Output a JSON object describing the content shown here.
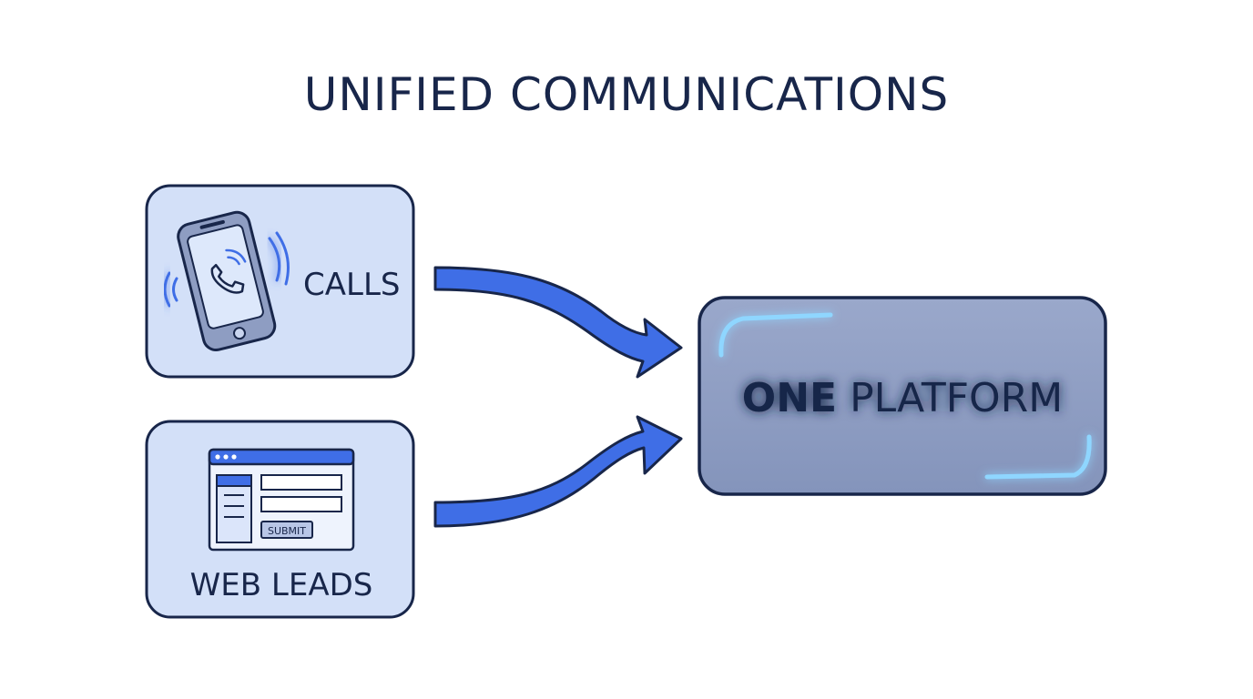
{
  "title": "UNIFIED COMMUNICATIONS",
  "sources": [
    {
      "label": "CALLS",
      "icon": "smartphone-call-icon"
    },
    {
      "label": "WEB LEADS",
      "icon": "web-form-icon",
      "form_button": "SUBMIT"
    }
  ],
  "target": {
    "label_bold": "ONE",
    "label_rest": "PLATFORM"
  },
  "colors": {
    "ink": "#18264a",
    "card_fill": "#d3e0f8",
    "arrow": "#3f6ee6",
    "platform_fill": "#8e9dc2",
    "glow": "#8fd6ff"
  }
}
